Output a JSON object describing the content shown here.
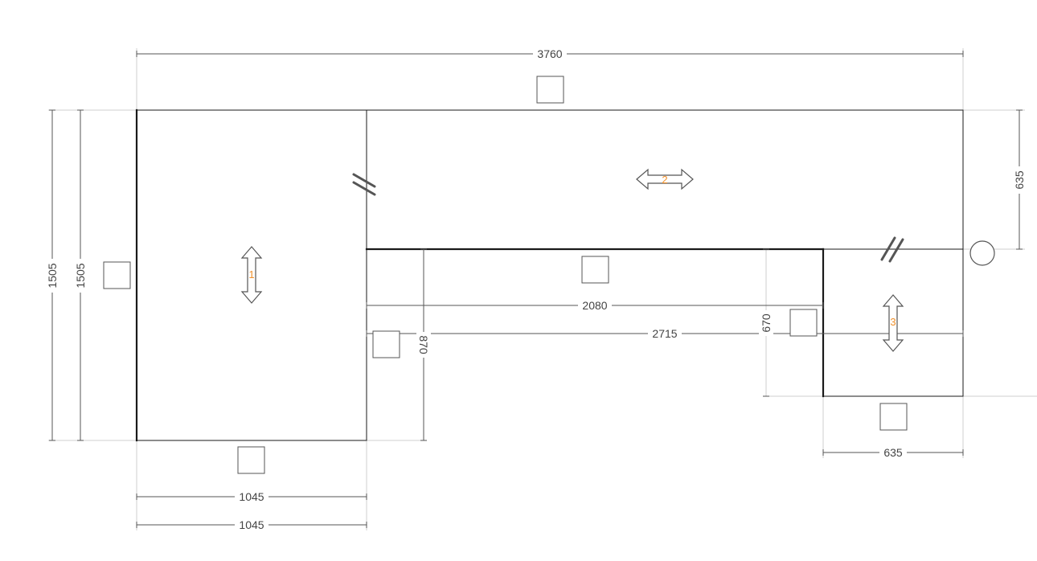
{
  "colors": {
    "outline": "#1a1a1a",
    "dimension_line": "#555555",
    "extension_line": "#cfcfcf",
    "piece_number": "#f0902a",
    "joint_mark": "#555555"
  },
  "pieces": [
    {
      "number": "1",
      "grain_direction": "vertical"
    },
    {
      "number": "2",
      "grain_direction": "horizontal"
    },
    {
      "number": "3",
      "grain_direction": "vertical"
    }
  ],
  "dimensions": {
    "top_width": "3760",
    "left_outer": "1505",
    "left_inner": "1505",
    "right_upper": "635",
    "bottom_left_inner": "1045",
    "bottom_left_outer": "1045",
    "inner_2080": "2080",
    "inner_2715": "2715",
    "inner_870": "870",
    "inner_670": "670",
    "bottom_right": "635"
  },
  "icons": {
    "edge_box": "square-edge-icon",
    "joint": "double-slash-icon",
    "corner": "circle-icon",
    "grain_arrow": "double-arrow-icon"
  }
}
